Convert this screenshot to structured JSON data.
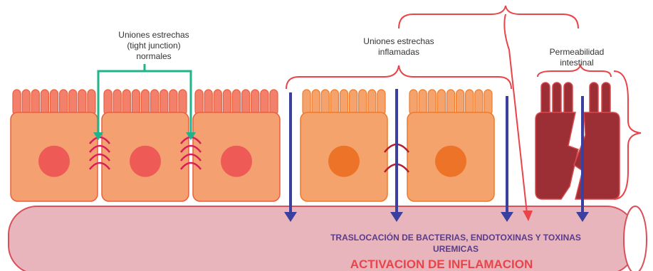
{
  "labels": {
    "normal_tj_line1": "Uniones estrechas",
    "normal_tj_line2": "(tight junction)",
    "normal_tj_line3": "normales",
    "inflamed_tj_line1": "Uniones estrechas",
    "inflamed_tj_line2": "inflamadas",
    "permeability_line1": "Permeabilidad",
    "permeability_line2": "intestinal",
    "translocation_line1": "TRASLOCACIÓN DE BACTERIAS, ENDOTOXINAS Y TOXINAS",
    "translocation_line2": "UREMICAS",
    "activation": "ACTIVACION DE INFLAMACION"
  },
  "colors": {
    "normal_cell": "#f4a071",
    "normal_cell_border": "#e8603e",
    "normal_villi": "#f2806a",
    "normal_nucleus": "#ee5a55",
    "inflamed_cell": "#f5a36d",
    "inflamed_cell_border": "#ef7a2a",
    "inflamed_nucleus": "#ec7327",
    "damaged_cell": "#9b2f35",
    "damaged_cell_border": "#d8494d",
    "junction_normal": "#d81e5b",
    "junction_inflamed": "#b3202a",
    "bracket_green": "#21b38a",
    "bracket_red": "#e8454a",
    "arrow_blue": "#3a3fa0",
    "vessel_fill": "#e8b5bd",
    "vessel_border": "#d7505a",
    "text_gray": "#333333",
    "text_purple": "#5a3c8c",
    "text_red": "#e8454a"
  }
}
